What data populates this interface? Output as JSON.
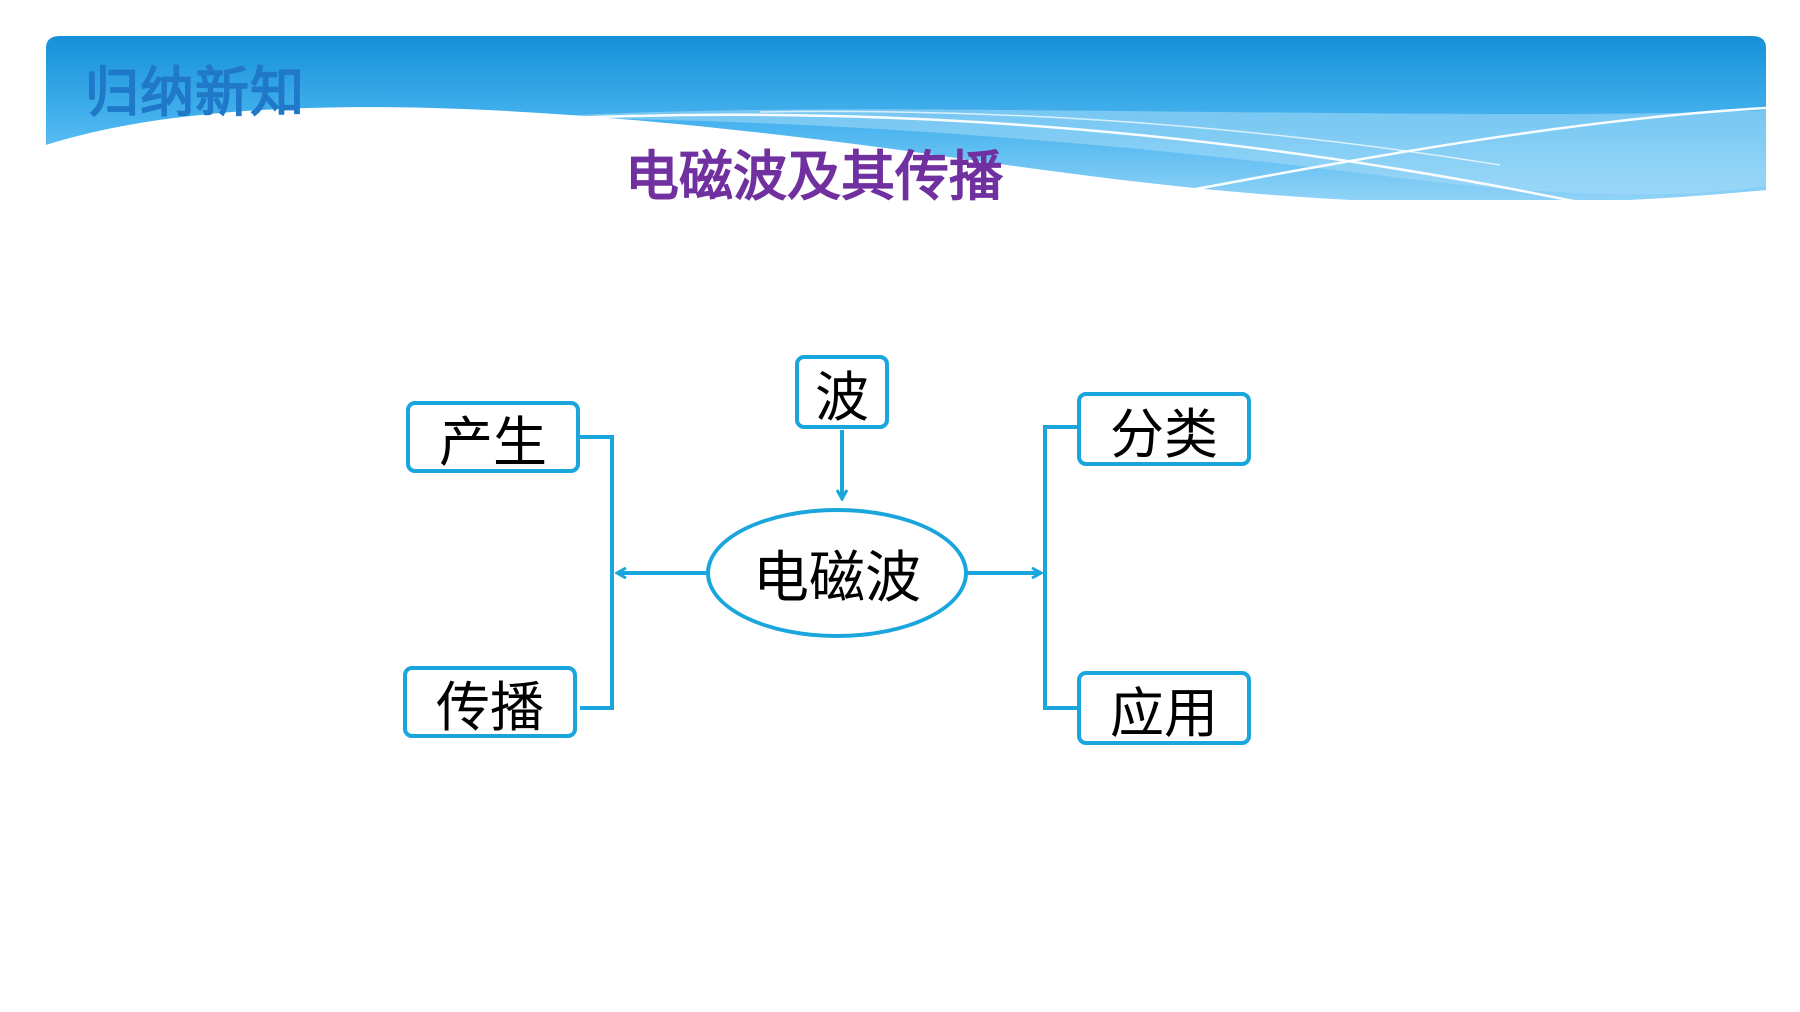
{
  "header": {
    "section_label": "归纳新知",
    "page_title": "电磁波及其传播"
  },
  "diagram": {
    "center": "电磁波",
    "top": "波",
    "left_top": "产生",
    "left_bottom": "传播",
    "right_top": "分类",
    "right_bottom": "应用"
  },
  "colors": {
    "accent": "#1aa6dc",
    "banner_top": "#1590d8",
    "title_purple": "#7030a0",
    "section_blue": "#1f78c8"
  }
}
